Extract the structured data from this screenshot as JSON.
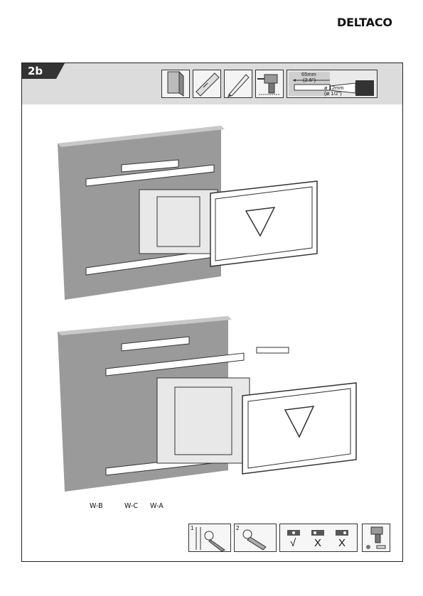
{
  "brand": "DELTACO",
  "step": "2b",
  "drill_spec": {
    "depth_mm": "65mm",
    "depth_in": "(2.6\")",
    "diameter_mm": "ø 12mm",
    "diameter_in": "(ø 1/2\")"
  },
  "tools": [
    "wall-icon",
    "spirit-level-icon",
    "pencil-icon",
    "drill-icon",
    "drill-hole-icon"
  ],
  "callouts": [
    "W-B",
    "W-C",
    "W-A"
  ],
  "tips": {
    "step1_num": "1",
    "step2_num": "2",
    "check_mark": "√",
    "cross_mark_1": "X",
    "cross_mark_2": "X"
  }
}
